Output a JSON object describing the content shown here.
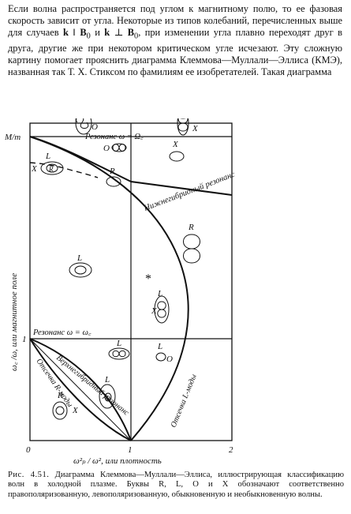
{
  "paragraph": {
    "t1": "Если волна распространяется под углом к магнитному полю, то ее фазовая скорость зависит от угла. Некоторые из типов колебаний, перечисленных выше для случаев ",
    "k1": "k",
    "par": " ‖ ",
    "b1": "B",
    "sub1": "0",
    "t2": " и ",
    "k2": "k",
    "perp": " ⊥ ",
    "b2": "B",
    "sub2": "0",
    "t3": ", при изменении угла плавно переходят друг в друга, другие же при некотором критическом угле исчезают. Эту сложную картину помогает прояснить диаграмма Клеммова—Муллали—Эллиса (КМЭ), названная так Т. Х. Стиксом по фамилиям ее изобретателей. Такая диаграмма"
  },
  "figure": {
    "y_axis_label": "ω꜀ /ω, или магнитное поле",
    "x_axis_label": "ω²ₚ / ω², или плотность",
    "y_tick_Mm": "M/m",
    "y_tick_1": "1",
    "x_tick_0": "0",
    "x_tick_1": "1",
    "x_tick_2": "2",
    "resonance_upper": "Резонанс ω = Ω꜀",
    "resonance_lower": "Резонанс ω = ω꜀",
    "lower_hybrid": "Нижнегибридный резонанс",
    "upper_hybrid": "Верхнегибридный резонанс",
    "cutoff_R": "Отсечка R-моды",
    "cutoff_L": "Отсечка L-моды",
    "star": "*",
    "labels": {
      "R": "R",
      "L": "L",
      "O": "O",
      "X": "X"
    }
  },
  "caption": {
    "number": "Рис. 4.51.",
    "text": " Диаграмма Клеммова—Муллали—Эллиса, иллюстрирующая классификацию волн в холодной плазме. Буквы R, L, O и X обозначают соответственно правополяризованную, левополяризованную, обыкновенную и необыкновенную волны."
  }
}
